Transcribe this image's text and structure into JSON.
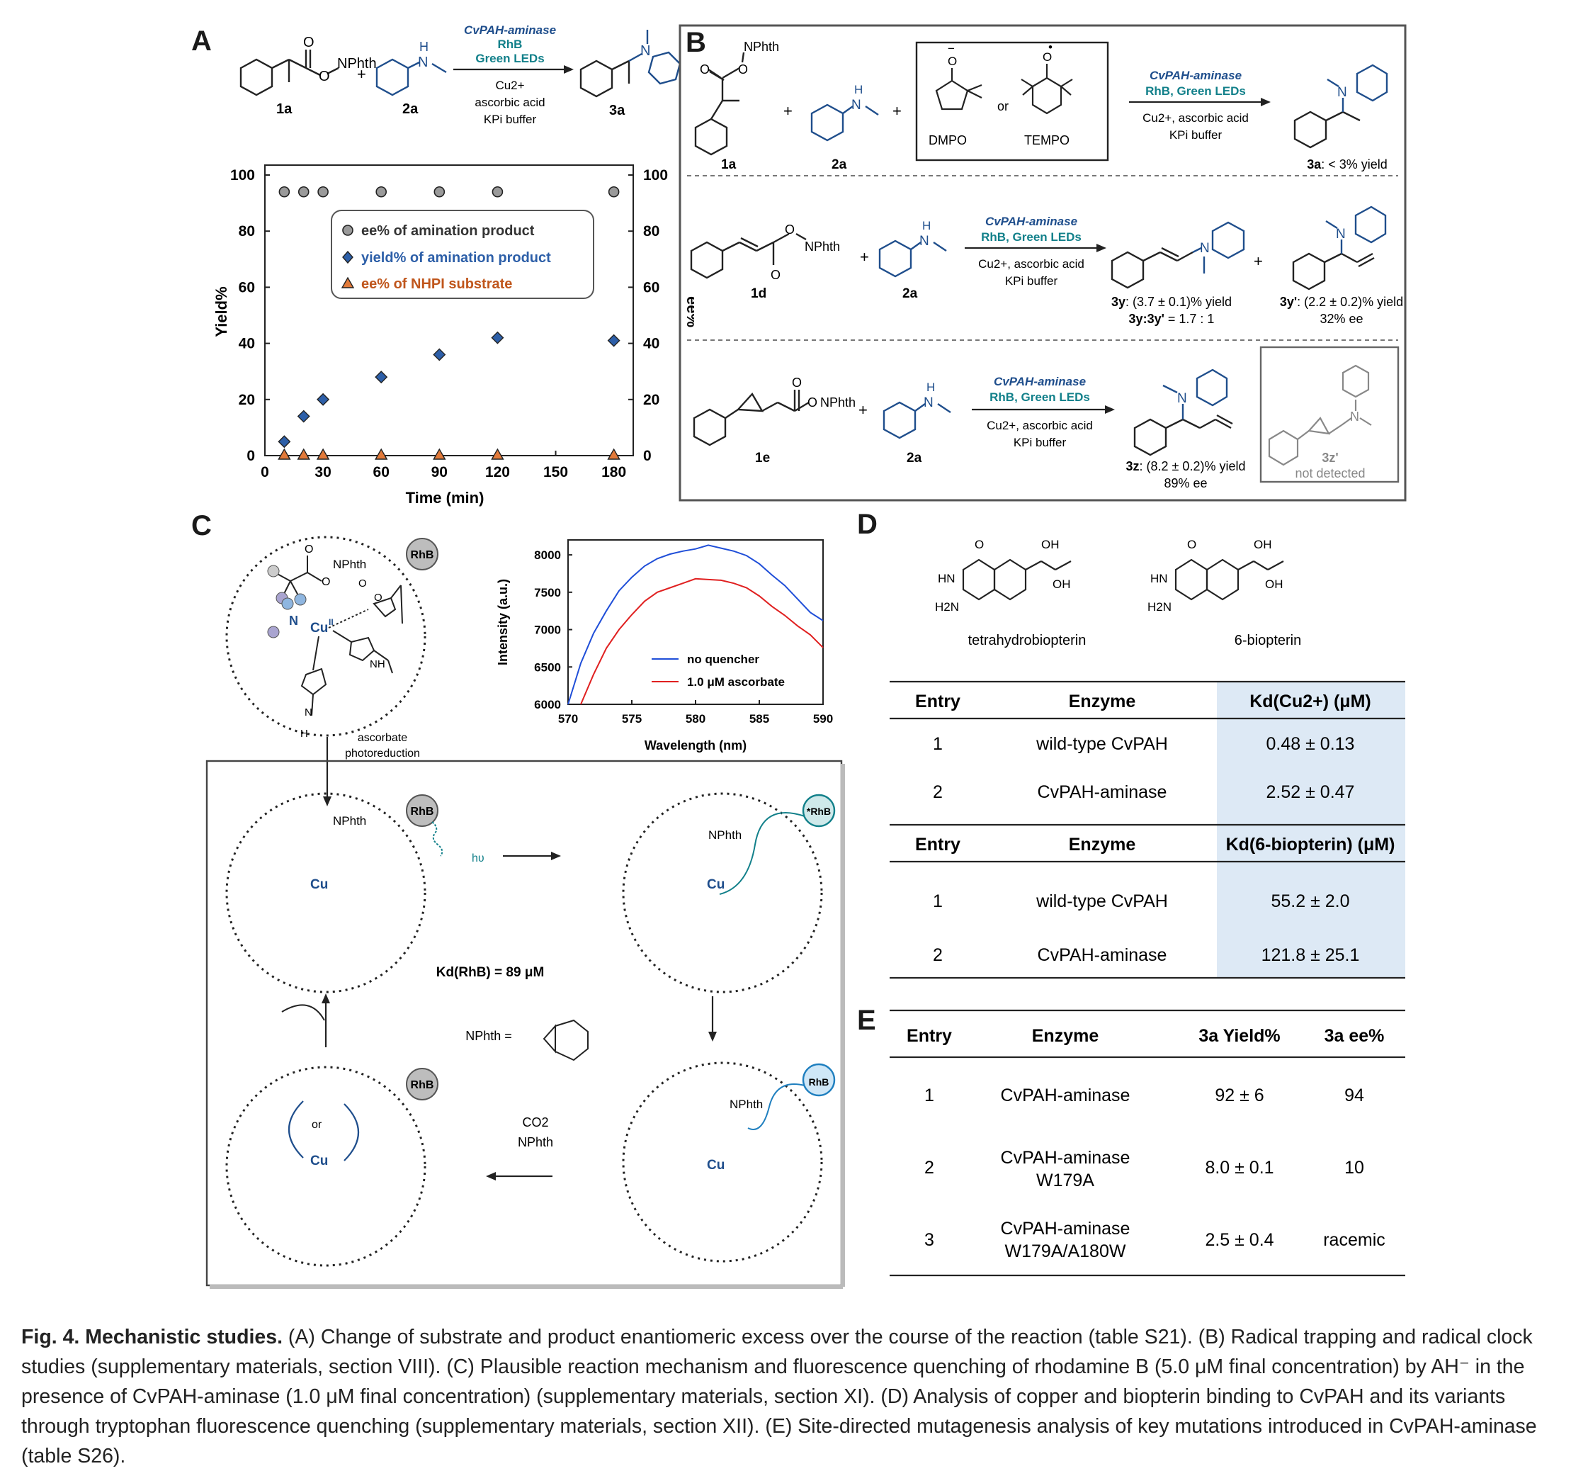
{
  "panels": {
    "a": "A",
    "b": "B",
    "c": "C",
    "d": "D",
    "e": "E"
  },
  "colors": {
    "blue": "#1f4e8c",
    "teal": "#12808a",
    "orange": "#c0561c",
    "shade": "#dde9f5"
  },
  "panelA": {
    "reagents": {
      "enzyme": "CvPAH-aminase",
      "dye": "RhB",
      "light": "Green LEDs",
      "cu": "Cu2+",
      "acid": "ascorbic acid",
      "buffer": "KPi buffer"
    },
    "labels": {
      "c1a": "1a",
      "c2a": "2a",
      "c3a": "3a",
      "nphth": "NPhth",
      "plus": "+"
    }
  },
  "chart_data": {
    "type": "scatter",
    "xlabel": "Time (min)",
    "ylabel": "Yield%",
    "y2label": "ee%",
    "xlim": [
      0,
      190
    ],
    "ylim": [
      0,
      100
    ],
    "xticks": [
      0,
      30,
      60,
      90,
      120,
      150,
      180
    ],
    "yticks": [
      0,
      20,
      40,
      60,
      80,
      100
    ],
    "legend_position": "upper-right",
    "series": [
      {
        "name": "ee% of amination product",
        "marker": "circle",
        "color": "#9a9a9a",
        "x": [
          10,
          20,
          30,
          60,
          90,
          120,
          180
        ],
        "y": [
          94,
          94,
          94,
          94,
          94,
          94,
          94
        ]
      },
      {
        "name": "yield% of amination product",
        "marker": "diamond",
        "color": "#2d5fa8",
        "x": [
          10,
          20,
          30,
          60,
          90,
          120,
          180
        ],
        "y": [
          5,
          14,
          20,
          28,
          36,
          42,
          41
        ]
      },
      {
        "name": "ee% of NHPI substrate",
        "marker": "triangle",
        "color": "#c0561c",
        "x": [
          10,
          20,
          30,
          60,
          90,
          120,
          180
        ],
        "y": [
          0,
          0,
          0,
          0,
          0,
          0,
          0
        ]
      }
    ]
  },
  "panelB": {
    "row1": {
      "c1a": "1a",
      "c2a": "2a",
      "dmpo": "DMPO",
      "or": "or",
      "tempo": "TEMPO",
      "enzyme": "CvPAH-aminase",
      "cond1": "RhB, Green LEDs",
      "cond2": "Cu2+, ascorbic acid",
      "cond3": "KPi buffer",
      "product_id": "3a",
      "product": ": < 3% yield"
    },
    "row2": {
      "c1d": "1d",
      "c2a": "2a",
      "enzyme": "CvPAH-aminase",
      "cond1": "RhB, Green LEDs",
      "cond2": "Cu2+, ascorbic acid",
      "cond3": "KPi buffer",
      "p3y_id": "3y",
      "p3y": ": (3.7 ± 0.1)% yield",
      "ratio_id": "3y:3y'",
      "ratio": " = 1.7 : 1",
      "p3yp_id": "3y'",
      "p3yp": ": (2.2 ± 0.2)% yield",
      "p3yp_ee": "32% ee"
    },
    "row3": {
      "c1e": "1e",
      "c2a": "2a",
      "enzyme": "CvPAH-aminase",
      "cond1": "RhB, Green LEDs",
      "cond2": "Cu2+, ascorbic acid",
      "cond3": "KPi buffer",
      "p3z_id": "3z",
      "p3z": ": (8.2 ± 0.2)% yield",
      "p3z_ee": "89% ee",
      "p3zp_id": "3z'",
      "p3zp": "not detected"
    }
  },
  "panelC": {
    "rhb": "RhB",
    "rhb_star": "*RhB",
    "rhb_rad": "RhB",
    "nphth": "NPhth",
    "cu": "Cu",
    "cu_ox": "II",
    "arrow_label1": "ascorbate",
    "arrow_label2": "photoreduction",
    "hv": "hυ",
    "kd_rhb": "Kd(RhB) = 89 μM",
    "nphth_def": "NPhth =",
    "co2": "CO2",
    "nphth_anion": "NPhth",
    "or": "or",
    "fluor": {
      "xlabel": "Wavelength (nm)",
      "ylabel": "Intensity (a.u.)",
      "xlim": [
        570,
        590
      ],
      "ylim": [
        6000,
        8200
      ],
      "xticks": [
        570,
        575,
        580,
        585,
        590
      ],
      "yticks": [
        6000,
        6500,
        7000,
        7500,
        8000
      ],
      "series": [
        {
          "name": "no quencher",
          "color": "#1f4ed8",
          "x": [
            570,
            571,
            572,
            573,
            574,
            575,
            576,
            577,
            578,
            579,
            580,
            581,
            582,
            583,
            584,
            585,
            586,
            587,
            588,
            589,
            590
          ],
          "y": [
            6000,
            6550,
            6950,
            7250,
            7520,
            7700,
            7850,
            7950,
            8010,
            8050,
            8080,
            8130,
            8090,
            8050,
            7990,
            7880,
            7730,
            7590,
            7410,
            7230,
            7120
          ]
        },
        {
          "name": "1.0 μM ascorbate",
          "color": "#e02020",
          "x": [
            571,
            572,
            573,
            574,
            575,
            576,
            577,
            578,
            579,
            580,
            581,
            582,
            583,
            584,
            585,
            586,
            587,
            588,
            589,
            590
          ],
          "y": [
            6000,
            6400,
            6750,
            7000,
            7200,
            7380,
            7500,
            7560,
            7620,
            7680,
            7670,
            7660,
            7620,
            7560,
            7450,
            7310,
            7190,
            7050,
            6930,
            6760
          ]
        }
      ]
    }
  },
  "panelD": {
    "mol1": "tetrahydrobiopterin",
    "mol2": "6-biopterin",
    "headers1": [
      "Entry",
      "Enzyme",
      "Kd(Cu2+) (μM)"
    ],
    "rows1": [
      [
        "1",
        "wild-type CvPAH",
        "0.48 ± 0.13"
      ],
      [
        "2",
        "CvPAH-aminase",
        "2.52 ± 0.47"
      ]
    ],
    "headers2": [
      "Entry",
      "Enzyme",
      "Kd(6-biopterin) (μM)"
    ],
    "rows2": [
      [
        "1",
        "wild-type CvPAH",
        "55.2 ± 2.0"
      ],
      [
        "2",
        "CvPAH-aminase",
        "121.8 ± 25.1"
      ]
    ]
  },
  "panelE": {
    "headers": [
      "Entry",
      "Enzyme",
      "3a Yield%",
      "3a ee%"
    ],
    "rows": [
      [
        "1",
        "CvPAH-aminase",
        "",
        "92 ± 6",
        "94"
      ],
      [
        "2",
        "CvPAH-aminase",
        "W179A",
        "8.0 ± 0.1",
        "10"
      ],
      [
        "3",
        "CvPAH-aminase",
        "W179A/A180W",
        "2.5 ± 0.4",
        "racemic"
      ]
    ]
  },
  "caption": {
    "lead": "Fig. 4. Mechanistic studies.",
    "text": " (A) Change of substrate and product enantiomeric excess over the course of the reaction (table S21). (B) Radical trapping and radical clock studies (supplementary materials, section VIII). (C) Plausible reaction mechanism and fluorescence quenching of rhodamine B (5.0 μM final concentration) by AH⁻ in the presence of CvPAH-aminase (1.0 μM final concentration) (supplementary materials, section XI). (D) Analysis of copper and biopterin binding to CvPAH and its variants through tryptophan fluorescence quenching (supplementary materials, section XII). (E) Site-directed mutagenesis analysis of key mutations introduced in CvPAH-aminase (table S26)."
  }
}
